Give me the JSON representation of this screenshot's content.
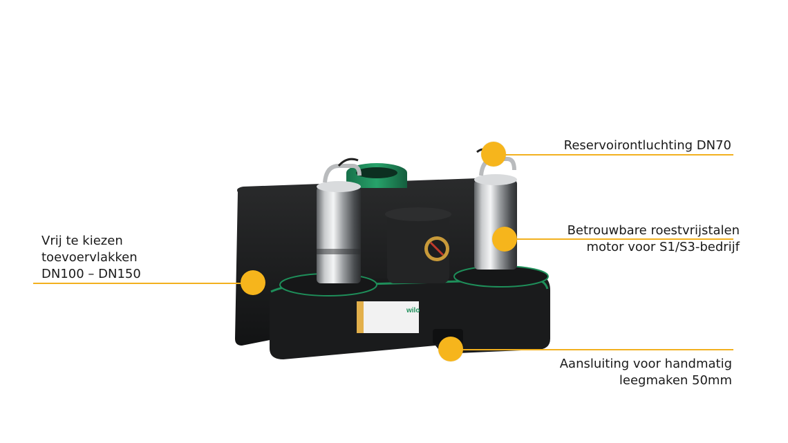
{
  "callouts": {
    "inlet": {
      "lines": [
        "Vrij te kiezen",
        "toevoervlakken",
        "DN100 – DN150"
      ]
    },
    "vent": {
      "lines": [
        "Reservoirontluchting DN70"
      ]
    },
    "motor": {
      "lines": [
        "Betrouwbare roestvrijstalen",
        "motor voor S1/S3-bedrijf"
      ]
    },
    "drain": {
      "lines": [
        "Aansluiting voor handmatig",
        "leegmaken 50mm"
      ]
    }
  },
  "brand": {
    "logo_text": "wilo"
  },
  "colors": {
    "accent": "#f6b51c",
    "housing": "#1d1e1f",
    "seal_green": "#1e8f5a",
    "text": "#1a1a1a"
  },
  "icons": {
    "warning": "no-entry-warning-icon"
  }
}
